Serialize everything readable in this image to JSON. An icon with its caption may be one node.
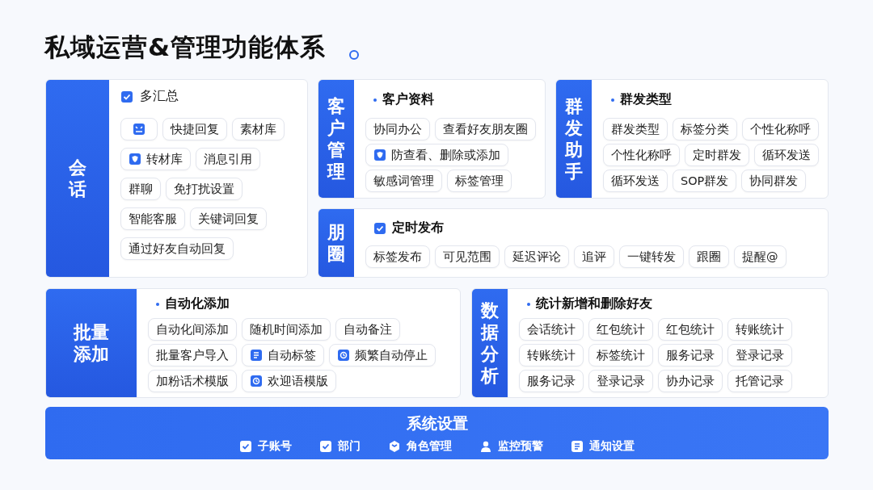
{
  "diagram": {
    "title": "私域运营&管理功能体系",
    "nodes": [
      {
        "text": [
          "会话"
        ]
      },
      {
        "text": [
          "多汇总"
        ],
        "in": 0
      },
      {
        "text": [],
        "shape": "box",
        "in": 0
      },
      {
        "text": [
          "快捷回复"
        ],
        "in": 0
      },
      {
        "text": [
          "素材库"
        ],
        "in": 0
      },
      {
        "text": [
          "转材库"
        ],
        "in": 0
      },
      {
        "text": [
          "消息引用"
        ],
        "in": 0
      },
      {
        "text": [
          "群聊"
        ],
        "in": 0
      },
      {
        "text": [
          "免打扰设置"
        ],
        "in": 0
      },
      {
        "text": [
          "智能客服"
        ],
        "in": 0
      },
      {
        "text": [
          "关键词回复"
        ],
        "in": 0
      },
      {
        "text": [
          "通过好友自动回复"
        ],
        "in": 0
      },
      {
        "text": [
          "客户管理",
          "客户资料"
        ]
      },
      {
        "text": [
          "协同办公"
        ],
        "in": 12
      },
      {
        "text": [
          "查看好友朋友圈"
        ],
        "in": 12
      },
      {
        "text": [
          "防查看、删除或添加"
        ],
        "in": 12
      },
      {
        "text": [
          "敏感词管理"
        ],
        "in": 12
      },
      {
        "text": [
          "标签管理"
        ],
        "in": 12
      },
      {
        "text": [
          "群发助手",
          "群发类型"
        ]
      },
      {
        "text": [
          "群发类型"
        ],
        "in": 18
      },
      {
        "text": [
          "标签分类"
        ],
        "in": 18
      },
      {
        "text": [
          "个性化称呼"
        ],
        "in": 18
      },
      {
        "text": [
          "个性化称呼"
        ],
        "in": 18
      },
      {
        "text": [
          "定时群发"
        ],
        "in": 18
      },
      {
        "text": [
          "循环发送"
        ],
        "in": 18
      },
      {
        "text": [
          "循环发送"
        ],
        "in": 18
      },
      {
        "text": [
          "SOP群发"
        ],
        "in": 18
      },
      {
        "text": [
          "协同群发"
        ],
        "in": 18
      },
      {
        "text": [
          "朋圈",
          "定时发布"
        ]
      },
      {
        "text": [
          "标签发布"
        ],
        "in": 28
      },
      {
        "text": [
          "可见范围"
        ],
        "in": 28
      },
      {
        "text": [
          "延迟评论"
        ],
        "in": 28
      },
      {
        "text": [
          "追评"
        ],
        "in": 28
      },
      {
        "text": [
          "一键转发"
        ],
        "in": 28
      },
      {
        "text": [
          "跟圈"
        ],
        "in": 28
      },
      {
        "text": [
          "提醒@"
        ],
        "in": 28
      },
      {
        "text": [
          "批量添加",
          "自动化添加"
        ]
      },
      {
        "text": [
          "自动化间添加"
        ],
        "in": 36
      },
      {
        "text": [
          "随机时间添加"
        ],
        "in": 36
      },
      {
        "text": [
          "自动备注"
        ],
        "in": 36
      },
      {
        "text": [
          "批量客户导入"
        ],
        "in": 36
      },
      {
        "text": [
          "自动标签"
        ],
        "in": 36
      },
      {
        "text": [
          "频繁自动停止"
        ],
        "in": 36
      },
      {
        "text": [
          "加粉话术模版"
        ],
        "in": 36
      },
      {
        "text": [
          "欢迎语模版"
        ],
        "in": 36
      },
      {
        "text": [
          "数据分析",
          "统计新增和删除好友"
        ]
      },
      {
        "text": [
          "会话统计"
        ],
        "in": 45
      },
      {
        "text": [
          "红包统计"
        ],
        "in": 45
      },
      {
        "text": [
          "红包统计"
        ],
        "in": 45
      },
      {
        "text": [
          "转账统计"
        ],
        "in": 45
      },
      {
        "text": [
          "转账统计"
        ],
        "in": 45
      },
      {
        "text": [
          "标签统计"
        ],
        "in": 45
      },
      {
        "text": [
          "服务记录"
        ],
        "in": 45
      },
      {
        "text": [
          "登录记录"
        ],
        "in": 45
      },
      {
        "text": [
          "服务记录"
        ],
        "in": 45
      },
      {
        "text": [
          "登录记录"
        ],
        "in": 45
      },
      {
        "text": [
          "协办记录"
        ],
        "in": 45
      },
      {
        "text": [
          "托管记录"
        ],
        "in": 45
      },
      {
        "text": [
          "系统设置"
        ]
      },
      {
        "text": [
          "子账号"
        ],
        "in": 58
      },
      {
        "text": [
          "部门"
        ],
        "in": 58
      },
      {
        "text": [
          "角色管理"
        ],
        "in": 58
      },
      {
        "text": [
          "监控预警"
        ],
        "in": 58
      },
      {
        "text": [
          "通知设置"
        ],
        "in": 58
      }
    ]
  }
}
